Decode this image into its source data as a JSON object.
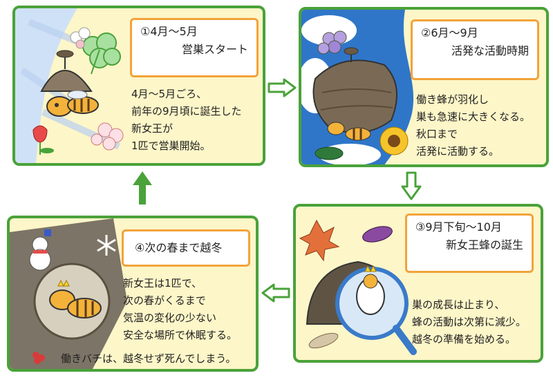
{
  "cards": [
    {
      "title_line1": "①4月～5月",
      "title_line2": "営巣スタート",
      "lines": [
        "4月～5月ごろ、",
        "前年の9月頃に誕生した",
        "新女王が",
        "1匹で営巣開始。"
      ]
    },
    {
      "title_line1": "②6月～9月",
      "title_line2": "活発な活動時期",
      "lines": [
        "働き蜂が羽化し",
        "巣も急速に大きくなる。",
        "秋口まで",
        "活発に活動する。"
      ]
    },
    {
      "title_line1": "③9月下旬～10月",
      "title_line2": "新女王蜂の誕生",
      "lines": [
        "巣の成長は止まり、",
        "蜂の活動は次第に減少。",
        "越冬の準備を始める。"
      ]
    },
    {
      "title_line1": "④次の春まで越冬",
      "lines": [
        "新女王は1匹で、",
        "次の春がくるまで",
        "気温の変化の少ない",
        "安全な場所で休眠する。"
      ],
      "note": "働きバチは、越冬せず死んでしまう。"
    }
  ],
  "colors": {
    "card_border": "#4aa23a",
    "card_fill": "#fdf6c8",
    "title_border": "#f2a33a",
    "sky": "#2f76c9",
    "nest": "#7a6a55"
  }
}
